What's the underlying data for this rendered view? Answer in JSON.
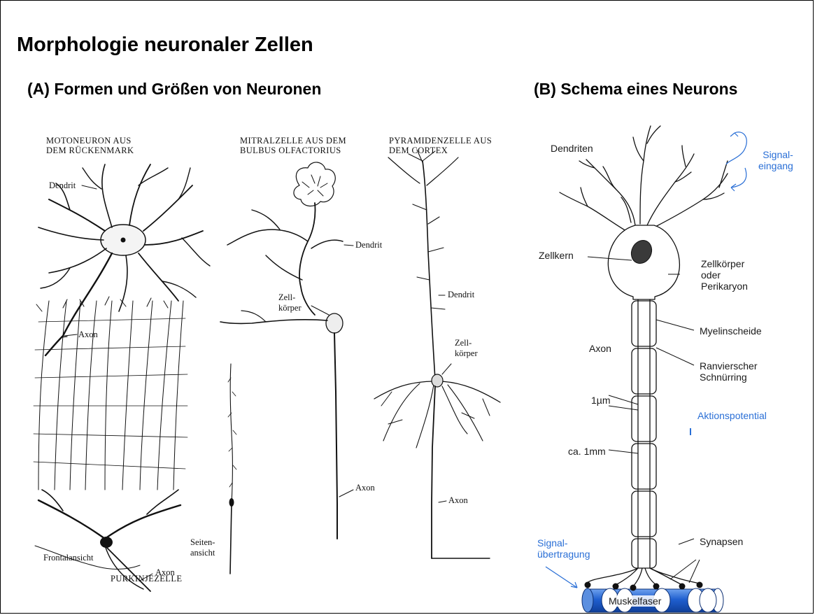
{
  "title": "Morphologie neuronaler Zellen",
  "panel_a": {
    "heading": "(A) Formen und Größen von Neuronen",
    "motoneuron": {
      "caption": "MOTONEURON AUS\nDEM RÜCKENMARK",
      "dendrite": "Dendrit",
      "axon": "Axon"
    },
    "mitral": {
      "caption": "MITRALZELLE AUS DEM\nBULBUS OLFACTORIUS",
      "dendrite": "Dendrit",
      "soma": "Zell-\nkörper",
      "axon": "Axon"
    },
    "pyramidal": {
      "caption": "PYRAMIDENZELLE AUS\nDEM CORTEX",
      "dendrite": "Dendrit",
      "soma": "Zell-\nkörper",
      "axon": "Axon"
    },
    "purkinje": {
      "caption": "PURKINJEZELLE",
      "front": "Frontalansicht",
      "axon": "Axon",
      "side": "Seiten-\nansicht"
    }
  },
  "panel_b": {
    "heading": "(B) Schema eines Neurons",
    "dendrites": "Dendriten",
    "signal_in": "Signal-\neingang",
    "nucleus": "Zellkern",
    "soma": "Zellkörper\noder\nPerikaryon",
    "myelin": "Myelinscheide",
    "axon": "Axon",
    "node": "Ranvierscher\nSchnürring",
    "width": "1µm",
    "action_potential": "Aktionspotential",
    "length": "ca. 1mm",
    "signal_out": "Signal-\nübertragung",
    "synapses": "Synapsen",
    "muscle": "Muskelfaser"
  },
  "colors": {
    "label_blue": "#2a6fd6",
    "muscle_blue": "#1f5fcf",
    "line": "#111111"
  }
}
